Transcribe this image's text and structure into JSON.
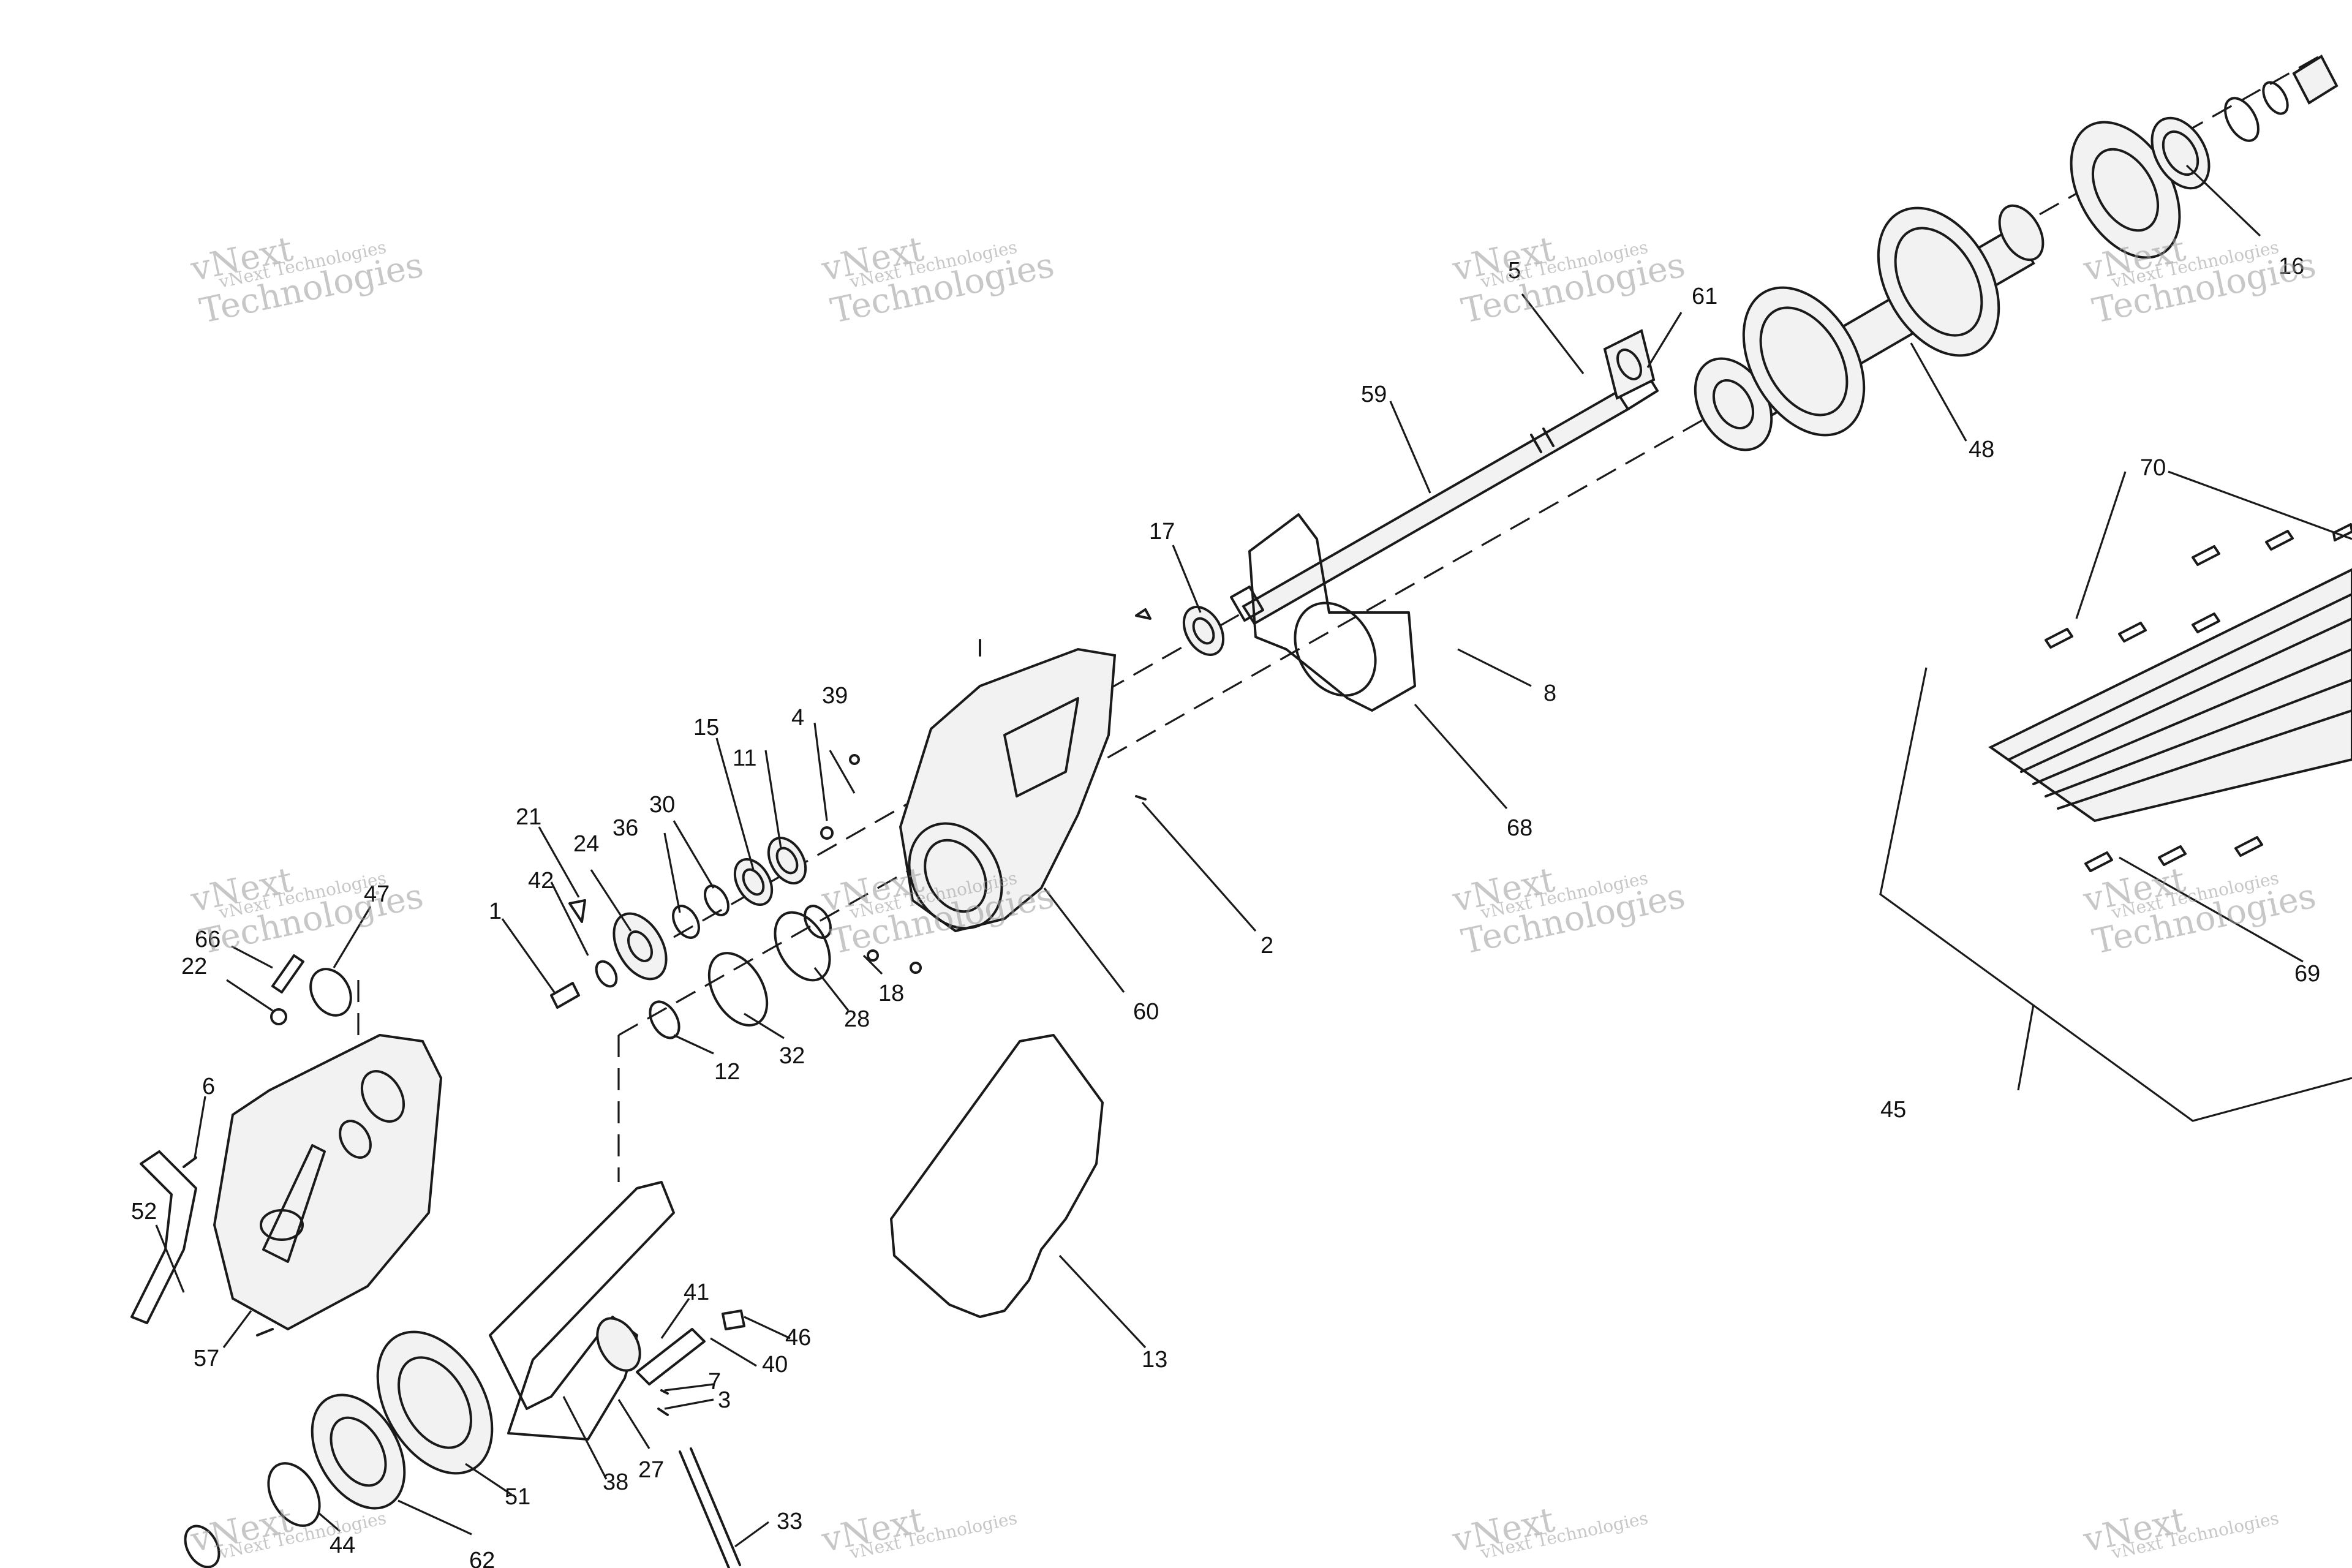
{
  "watermark": {
    "line1": "vNext Technologies",
    "line2": "vNext",
    "line3": "Technologies"
  },
  "callouts": [
    {
      "id": "c1",
      "text": "1"
    },
    {
      "id": "c2",
      "text": "2"
    },
    {
      "id": "c3",
      "text": "3"
    },
    {
      "id": "c4",
      "text": "4"
    },
    {
      "id": "c5",
      "text": "5"
    },
    {
      "id": "c6",
      "text": "6"
    },
    {
      "id": "c7",
      "text": "7"
    },
    {
      "id": "c8",
      "text": "8"
    },
    {
      "id": "c11",
      "text": "11"
    },
    {
      "id": "c12",
      "text": "12"
    },
    {
      "id": "c13",
      "text": "13"
    },
    {
      "id": "c15",
      "text": "15"
    },
    {
      "id": "c16",
      "text": "16"
    },
    {
      "id": "c17",
      "text": "17"
    },
    {
      "id": "c18",
      "text": "18"
    },
    {
      "id": "c21",
      "text": "21"
    },
    {
      "id": "c22",
      "text": "22"
    },
    {
      "id": "c24",
      "text": "24"
    },
    {
      "id": "c27",
      "text": "27"
    },
    {
      "id": "c28",
      "text": "28"
    },
    {
      "id": "c30",
      "text": "30"
    },
    {
      "id": "c32",
      "text": "32"
    },
    {
      "id": "c33",
      "text": "33"
    },
    {
      "id": "c36",
      "text": "36"
    },
    {
      "id": "c38",
      "text": "38"
    },
    {
      "id": "c39",
      "text": "39"
    },
    {
      "id": "c40",
      "text": "40"
    },
    {
      "id": "c41",
      "text": "41"
    },
    {
      "id": "c42",
      "text": "42"
    },
    {
      "id": "c44",
      "text": "44"
    },
    {
      "id": "c45",
      "text": "45"
    },
    {
      "id": "c46",
      "text": "46"
    },
    {
      "id": "c47",
      "text": "47"
    },
    {
      "id": "c48",
      "text": "48"
    },
    {
      "id": "c51",
      "text": "51"
    },
    {
      "id": "c52",
      "text": "52"
    },
    {
      "id": "c57",
      "text": "57"
    },
    {
      "id": "c59",
      "text": "59"
    },
    {
      "id": "c60",
      "text": "60"
    },
    {
      "id": "c61",
      "text": "61"
    },
    {
      "id": "c62",
      "text": "62"
    },
    {
      "id": "c66",
      "text": "66"
    },
    {
      "id": "c68",
      "text": "68"
    },
    {
      "id": "c69",
      "text": "69"
    },
    {
      "id": "c70",
      "text": "70"
    }
  ]
}
